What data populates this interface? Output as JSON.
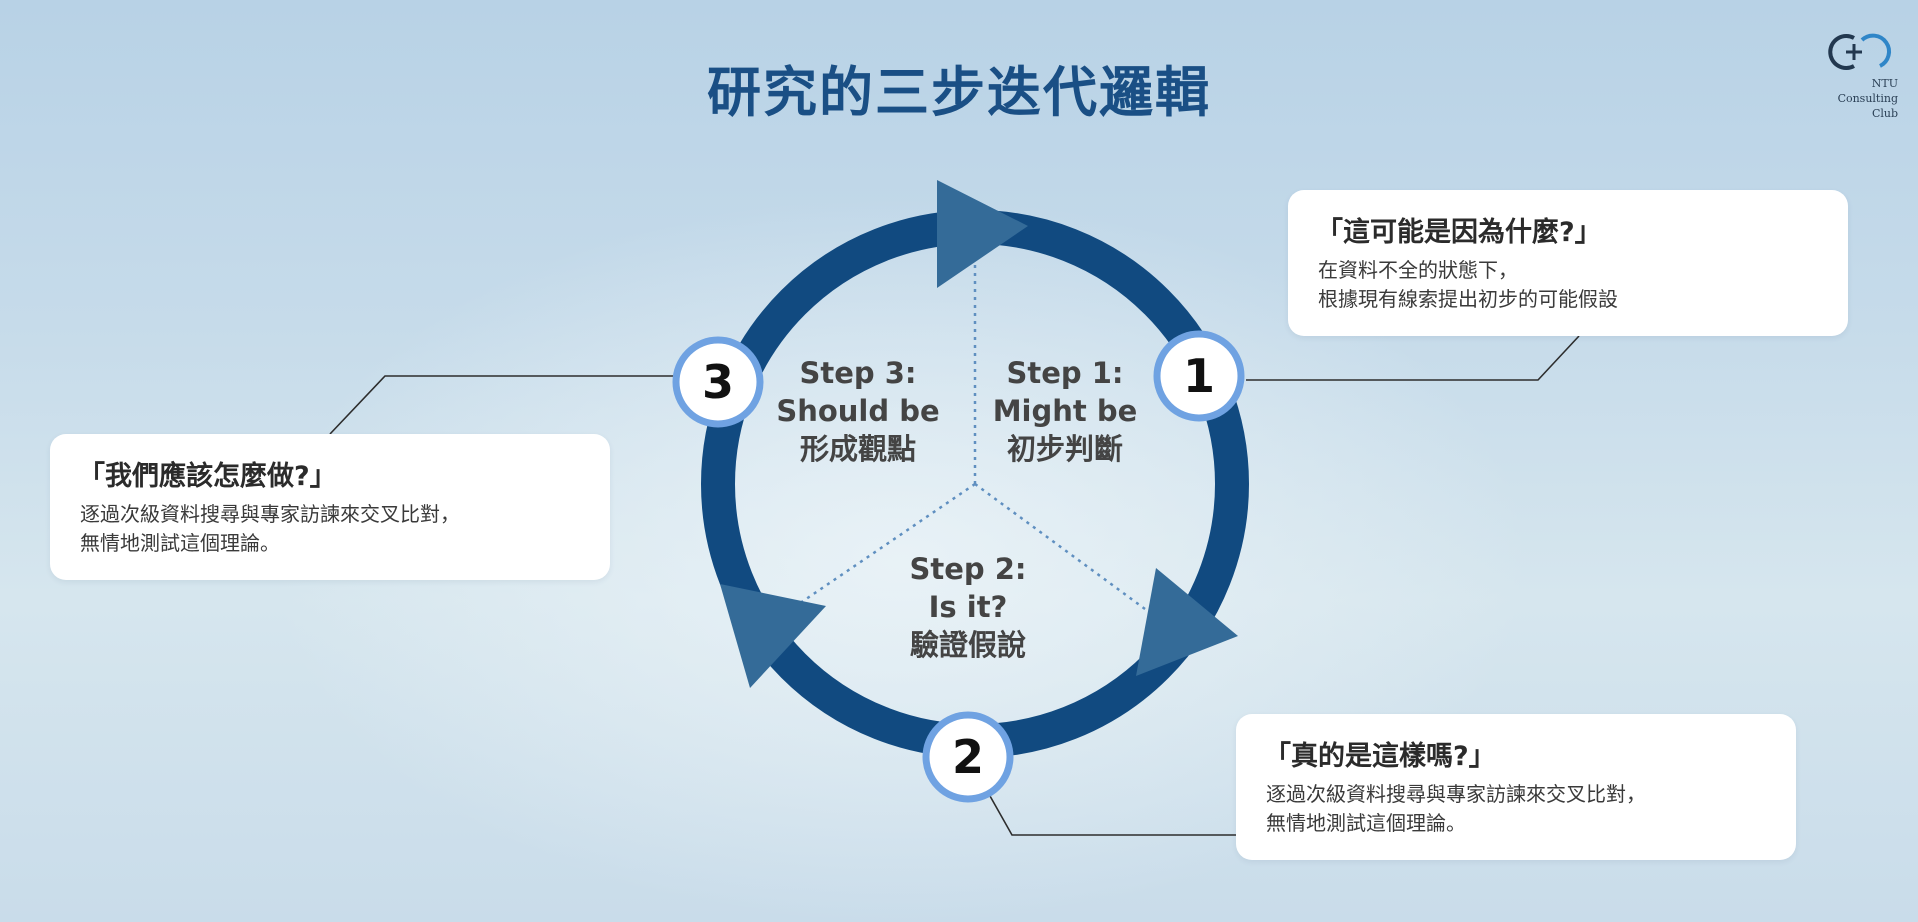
{
  "title": "研究的三步迭代邏輯",
  "logo": {
    "lines": [
      "NTU",
      "Consulting",
      "Club"
    ]
  },
  "steps": [
    {
      "number": "1",
      "label_en_1": "Step 1:",
      "label_en_2": "Might be",
      "label_zh": "初步判斷"
    },
    {
      "number": "2",
      "label_en_1": "Step 2:",
      "label_en_2": "Is it?",
      "label_zh": "驗證假說"
    },
    {
      "number": "3",
      "label_en_1": "Step 3:",
      "label_en_2": "Should be",
      "label_zh": "形成觀點"
    }
  ],
  "cards": {
    "step1": {
      "title": "「這可能是因為什麼?」",
      "body_1": "在資料不全的狀態下，",
      "body_2": "根據現有線索提出初步的可能假設"
    },
    "step2": {
      "title": "「真的是這樣嗎?」",
      "body_1": "逐過次級資料搜尋與專家訪諫來交叉比對，",
      "body_2": "無情地測試這個理論。"
    },
    "step3": {
      "title": "「我們應該怎麼做?」",
      "body_1": "逐過次級資料搜尋與專家訪諫來交叉比對，",
      "body_2": "無情地測試這個理論。"
    }
  },
  "colors": {
    "ring": "#114a80",
    "arrow": "#346b98",
    "badge_border": "#6fa2e2",
    "title": "#1a4f85",
    "divider": "#5f8fc0"
  }
}
